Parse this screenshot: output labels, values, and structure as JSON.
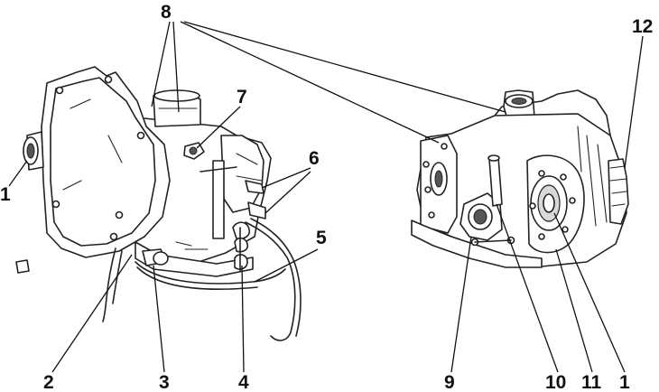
{
  "diagram": {
    "callouts": {
      "c1_left": "1",
      "c2": "2",
      "c3": "3",
      "c4": "4",
      "c5": "5",
      "c6": "6",
      "c7": "7",
      "c8": "8",
      "c9": "9",
      "c10": "10",
      "c11": "11",
      "c1_right": "1",
      "c12": "12"
    },
    "colors": {
      "line": "#222222",
      "background": "#ffffff"
    }
  }
}
